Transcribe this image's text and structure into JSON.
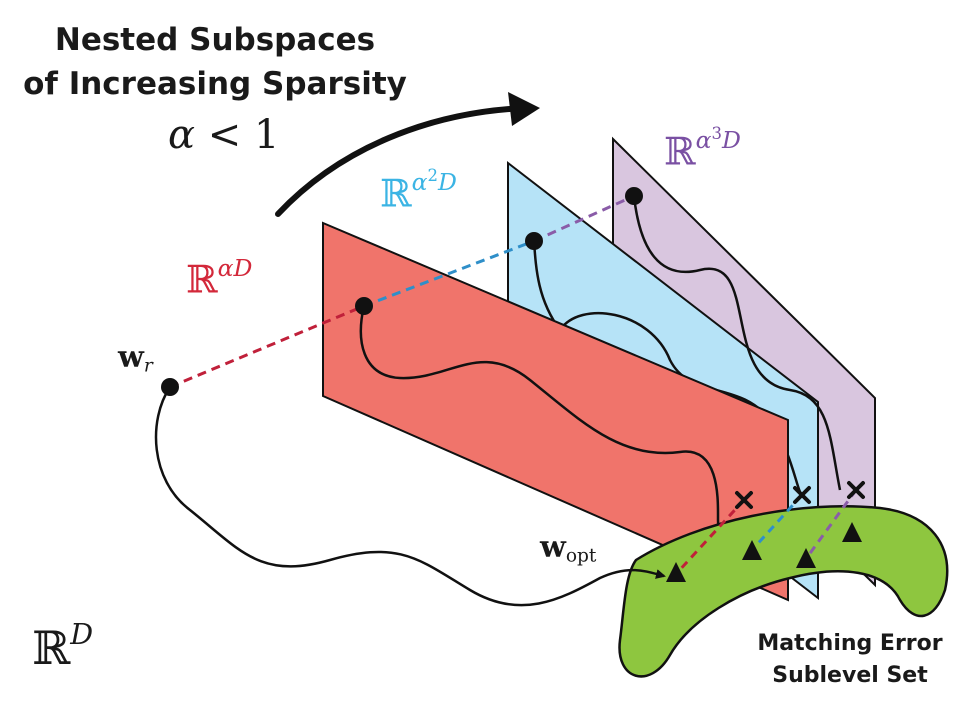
{
  "title": {
    "line1": "Nested Subspaces",
    "line2": "of Increasing Sparsity"
  },
  "alpha_condition": {
    "lhs": "α",
    "op": "<",
    "rhs": "1"
  },
  "subspaces": [
    {
      "name": "red",
      "base": "ℝ",
      "exponent": "αD",
      "color": "#d3283a",
      "fill": "#f0746b"
    },
    {
      "name": "blue",
      "base": "ℝ",
      "exponent_base": "α",
      "exponent_power": "2",
      "exponent_tail": "D",
      "color": "#3bb4e4",
      "fill": "#b6e3f7"
    },
    {
      "name": "purple",
      "base": "ℝ",
      "exponent_base": "α",
      "exponent_power": "3",
      "exponent_tail": "D",
      "color": "#7a50a3",
      "fill": "#d9c6df"
    }
  ],
  "full_space": {
    "base": "ℝ",
    "exponent": "D"
  },
  "points": {
    "w_r": {
      "symbol": "w",
      "subscript": "r"
    },
    "w_opt": {
      "symbol": "w",
      "subscript": "opt"
    }
  },
  "sublevel_set": {
    "line1": "Matching Error",
    "line2": "Sublevel Set",
    "fill": "#8ec63f"
  },
  "colors": {
    "line": "#111111",
    "background": "#ffffff"
  }
}
